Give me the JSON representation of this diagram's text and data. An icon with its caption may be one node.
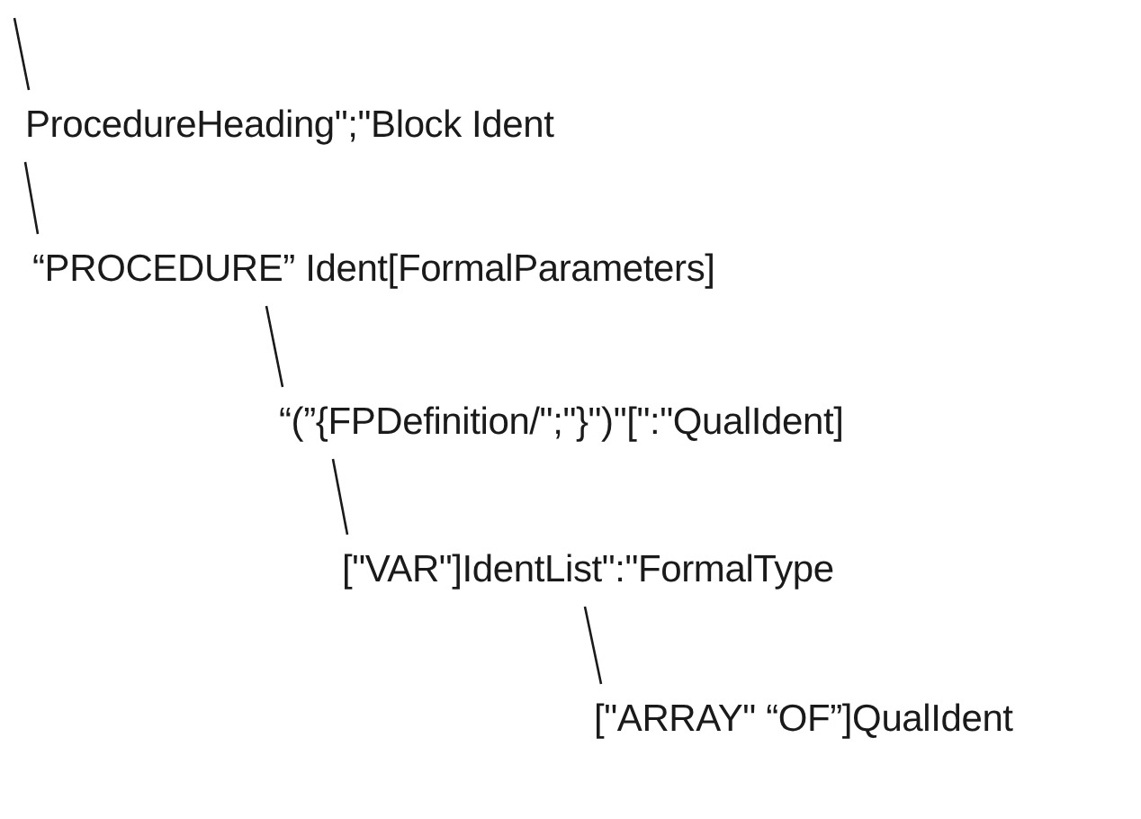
{
  "diagram": {
    "nodes": [
      {
        "text": [
          "ProcedureHeading\";\"Block Ident"
        ]
      },
      {
        "text": [
          "“PROCEDURE” Ident[FormalParameters]"
        ]
      },
      {
        "text": [
          "“(”{FPDefinition/\";\"}\")\"[\":\"QualIdent]"
        ]
      },
      {
        "text": [
          "[\"VAR\"]IdentList\":\"FormalType"
        ]
      },
      {
        "text": [
          "[\"ARRAY\" “OF”]QualIdent"
        ]
      }
    ],
    "edges": [
      {
        "from": null,
        "to": 0,
        "arrow": "none"
      },
      {
        "from": 0,
        "to": 1,
        "arrow": "none"
      },
      {
        "from": 1,
        "to": 2,
        "arrow": "none"
      },
      {
        "from": 2,
        "to": 3,
        "arrow": "none"
      },
      {
        "from": 3,
        "to": 4,
        "arrow": "none"
      }
    ]
  }
}
